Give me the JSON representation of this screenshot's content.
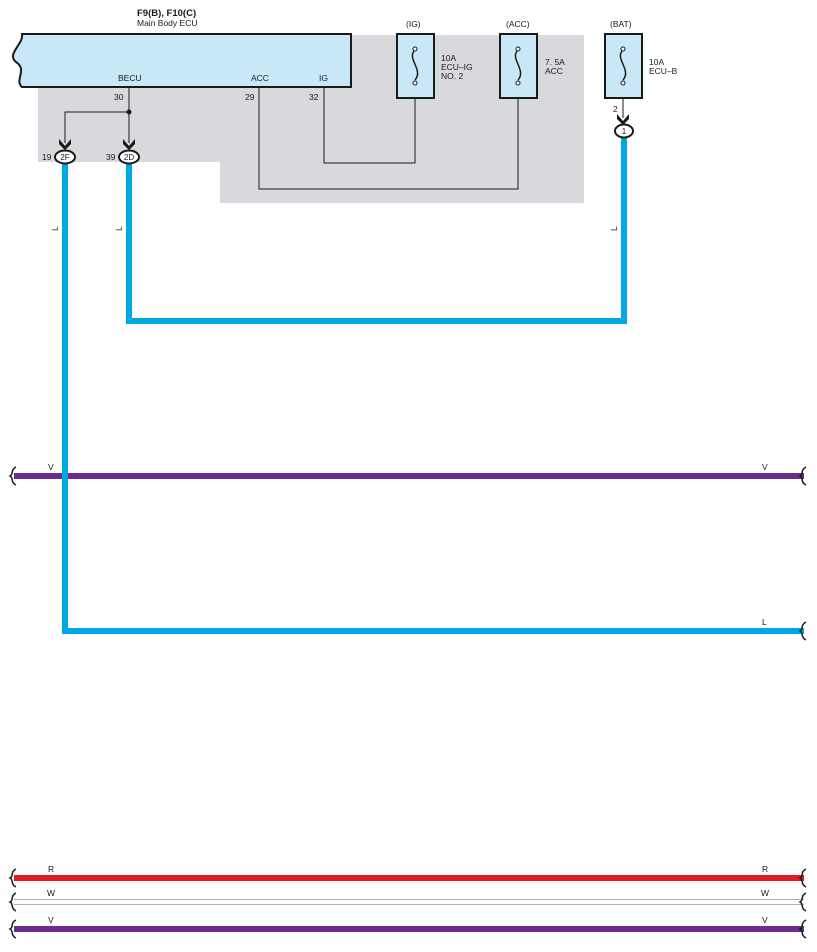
{
  "ecu": {
    "title": "F9(B), F10(C)",
    "subtitle": "Main Body ECU",
    "pins": {
      "becu": {
        "name": "BECU",
        "number": "30"
      },
      "acc": {
        "name": "ACC",
        "number": "29"
      },
      "ig": {
        "name": "IG",
        "number": "32"
      }
    }
  },
  "fuses": {
    "ig": {
      "circuit": "(IG)",
      "rating": "10A",
      "name_line1": "ECU–IG",
      "name_line2": "NO. 2"
    },
    "acc": {
      "circuit": "(ACC)",
      "rating": "7. 5A",
      "name_line1": "ACC"
    },
    "bat": {
      "circuit": "(BAT)",
      "rating": "10A",
      "name_line1": "ECU–B",
      "pin": "2"
    }
  },
  "connectors": {
    "c2f": {
      "label": "2F",
      "pin": "19"
    },
    "c2d": {
      "label": "2D",
      "pin": "39"
    },
    "c1": {
      "label": "1"
    }
  },
  "wires": {
    "l_2f": "L",
    "l_2d": "L",
    "l_bat": "L",
    "v_top_left": "V",
    "v_top_right": "V",
    "l_bottom_right": "L",
    "r_left": "R",
    "r_right": "R",
    "w_left": "W",
    "w_right": "W",
    "v_bot_left": "V",
    "v_bot_right": "V"
  },
  "colors": {
    "wire_blue": "#00a8e8",
    "wire_violet": "#6a2c8f",
    "wire_red": "#e01b24",
    "ecu_fill": "#c9e8f7",
    "shade": "#d8d9dc"
  }
}
